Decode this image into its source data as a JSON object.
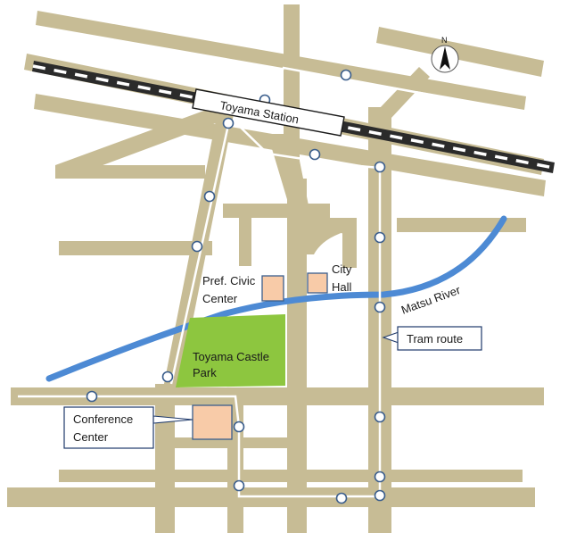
{
  "map": {
    "station": {
      "label": "Toyama  Station"
    },
    "compass": {
      "label": "N"
    },
    "river": {
      "label": "Matsu River",
      "color": "#4d8ad4"
    },
    "park": {
      "label_line1": "Toyama Castle",
      "label_line2": "Park",
      "color": "#8dc63f"
    },
    "buildings": {
      "civic_center": {
        "line1": "Pref. Civic",
        "line2": "Center"
      },
      "city_hall": {
        "line1": "City",
        "line2": "Hall"
      },
      "conference_center": {
        "line1": "Conference",
        "line2": "Center"
      },
      "fill_color": "#f8cba8",
      "stroke_color": "#3b5e8c"
    },
    "tram": {
      "label": "Tram route",
      "stop_color": "#3b5e8c"
    },
    "road_color": "#c7bc95"
  }
}
